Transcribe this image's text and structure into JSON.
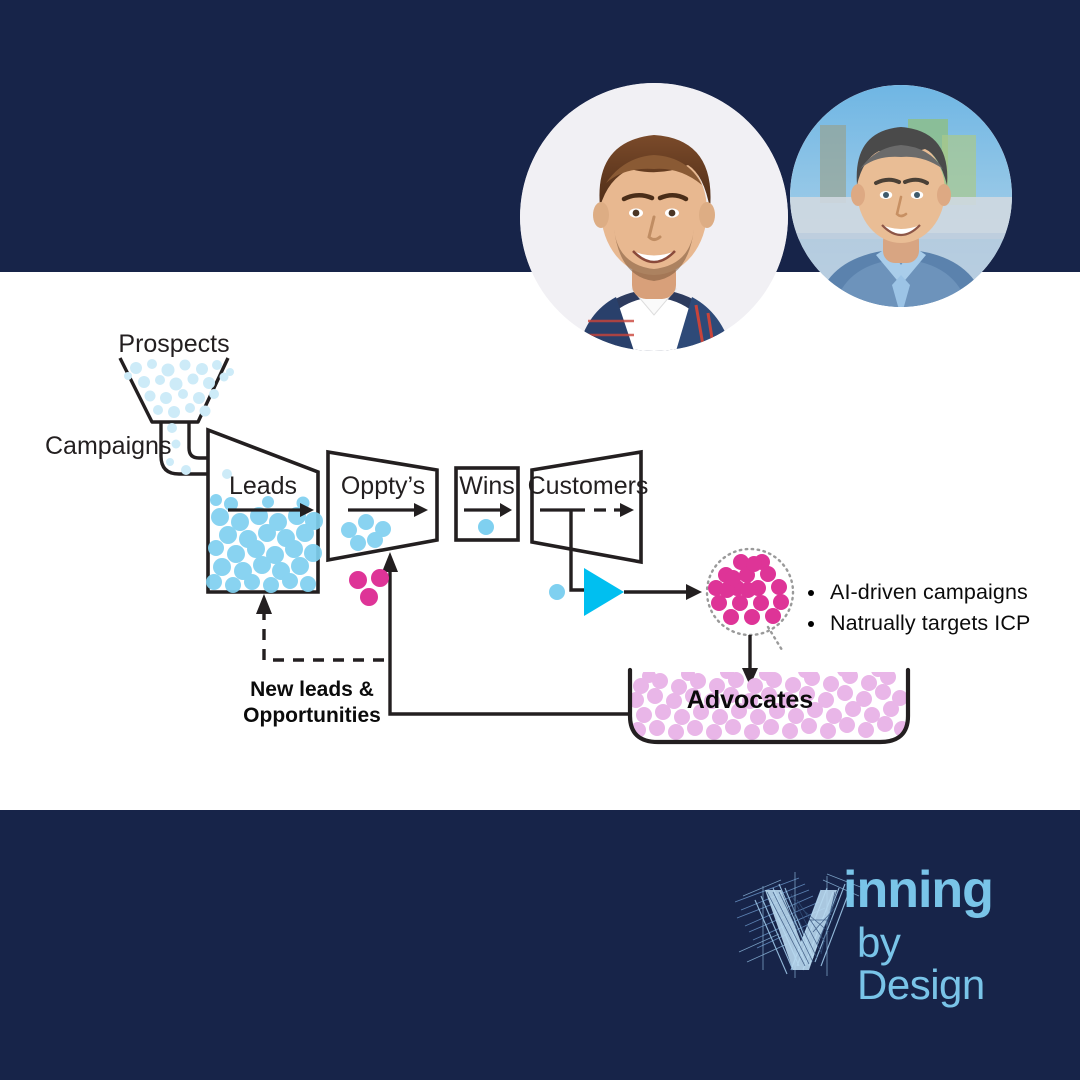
{
  "page": {
    "background": "#ffffff",
    "navy": "#172449"
  },
  "header": {
    "avatars": [
      {
        "name": "speaker-photo-left",
        "alt": "Headshot of man with brown hair and plaid shirt"
      },
      {
        "name": "speaker-photo-right",
        "alt": "Headshot of man in blue suit and tie"
      }
    ]
  },
  "diagram": {
    "type": "sales-funnel-flywheel",
    "colors": {
      "light_blue": "#7FD0F0",
      "pale_blue": "#CDEBF8",
      "magenta": "#DE3497",
      "pale_pink": "#E9B6E8",
      "cyan": "#00BFF0",
      "stroke": "#231f20"
    },
    "labels": {
      "prospects": "Prospects",
      "campaigns": "Campaigns",
      "leads": "Leads",
      "opptys": "Oppty’s",
      "wins": "Wins",
      "customers": "Customers",
      "new_leads_line1": "New leads &",
      "new_leads_line2": "Opportunities",
      "advocates": "Advocates"
    },
    "stages": [
      {
        "key": "leads",
        "label": "Leads",
        "dot_count": 46,
        "dot_color": "#7FD0F0"
      },
      {
        "key": "opptys",
        "label": "Oppty’s",
        "dot_count": 5,
        "dot_color": "#7FD0F0"
      },
      {
        "key": "wins",
        "label": "Wins",
        "dot_count": 1,
        "dot_color": "#7FD0F0"
      },
      {
        "key": "customers",
        "label": "Customers",
        "dot_count": 0,
        "dot_color": "#7FD0F0"
      }
    ],
    "icp_cluster": {
      "dot_count": 20,
      "dot_color": "#DE3497",
      "border": "dotted"
    },
    "advocates_pool": {
      "dot_count": 120,
      "dot_color": "#E9B6E8"
    }
  },
  "bullets": {
    "items": [
      "AI-driven campaigns",
      "Natrually targets ICP"
    ]
  },
  "logo": {
    "brand": "inning",
    "tagline": "by Design",
    "color": "#79C4E8"
  }
}
